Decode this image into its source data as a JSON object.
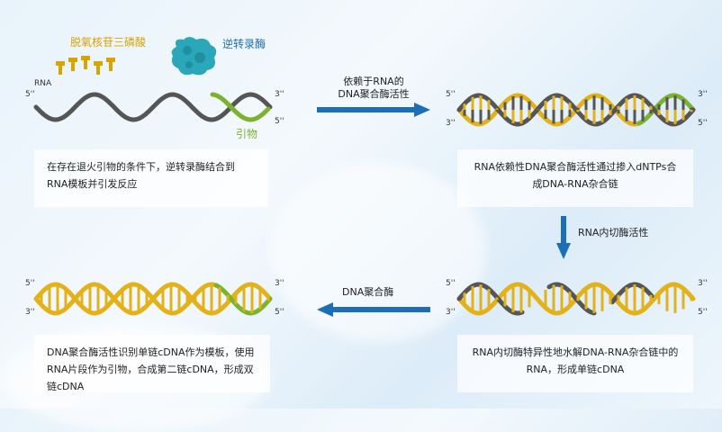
{
  "step1": {
    "dntp_label": "脱氧核苷三磷酸",
    "rt_label": "逆转录酶",
    "rna_label": "RNA",
    "primer_label": "引物",
    "end_5_left": "5''",
    "end_3_right": "3''",
    "end_5_right": "5''",
    "description": "在存在退火引物的条件下，逆转录酶结合到RNA模板并引发反应"
  },
  "arrow1": {
    "line1": "依赖于RNA的",
    "line2": "DNA聚合酶活性"
  },
  "step2": {
    "end_5_left": "5''",
    "end_3_left": "3''",
    "end_3_right": "3''",
    "end_5_right": "5''",
    "description": "RNA依赖性DNA聚合酶活性通过掺入dNTPs合成DNA-RNA杂合链"
  },
  "arrow2": {
    "label": "RNA内切酶活性"
  },
  "step3": {
    "end_5_left": "5''",
    "end_3_left": "3''",
    "end_3_right": "3''",
    "end_5_right": "5''",
    "description": "RNA内切酶特异性地水解DNA-RNA杂合链中的RNA，形成单链cDNA"
  },
  "arrow3": {
    "label": "DNA聚合酶"
  },
  "step4": {
    "end_5_left": "5''",
    "end_3_left": "3''",
    "end_3_right": "3''",
    "end_5_right": "5''",
    "description": "DNA聚合酶活性识别单链cDNA作为模板，使用RNA片段作为引物，合成第二链cDNA，形成双链cDNA"
  },
  "colors": {
    "rna": "#555555",
    "cdna": "#e3b21a",
    "primer": "#7ab32e",
    "second_strand": "#e3b21a",
    "arrow": "#1d6eb6",
    "enzyme": "#2aa7b8"
  }
}
